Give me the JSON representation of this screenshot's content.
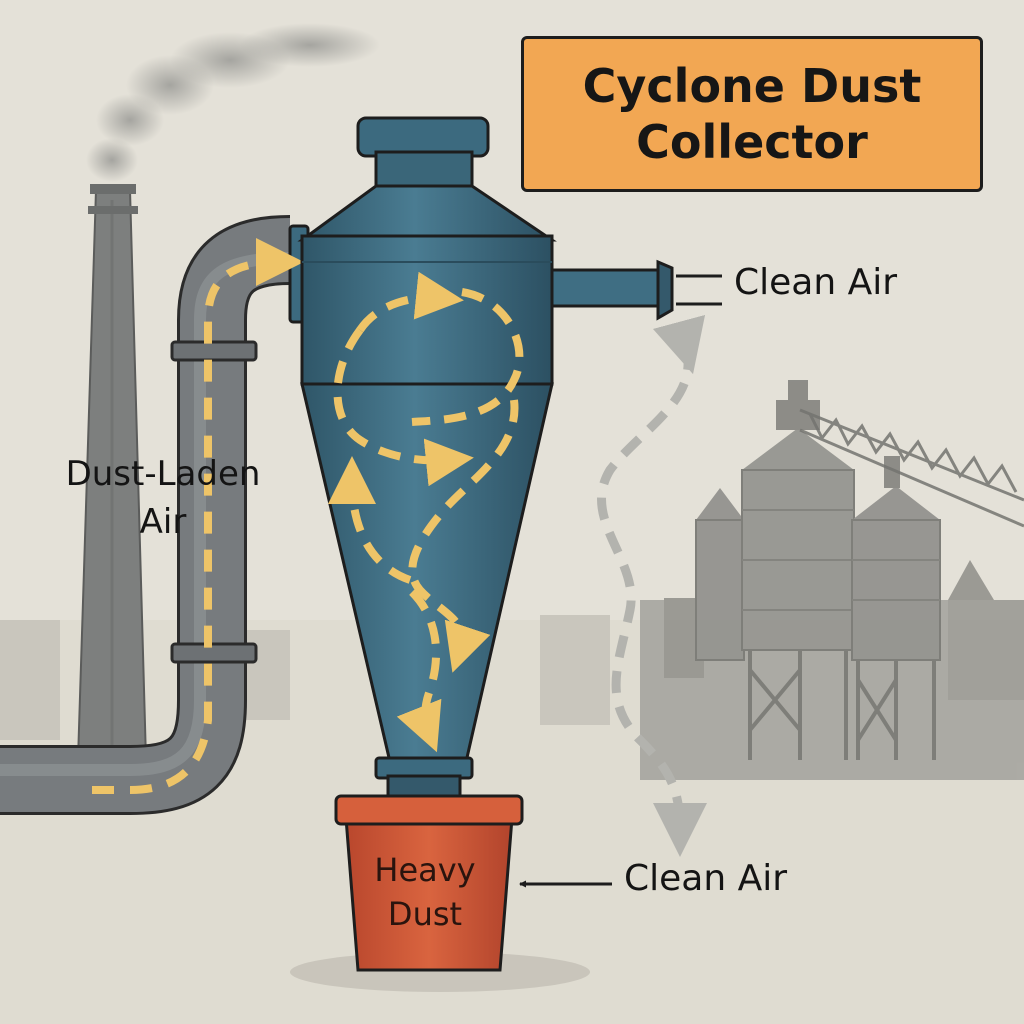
{
  "title": {
    "line1": "Cyclone Dust",
    "line2": "Collector"
  },
  "labels": {
    "clean_air_top": "Clean Air",
    "clean_air_bottom": "Clean Air",
    "dust_laden_line1": "Dust-Laden",
    "dust_laden_line2": "Air",
    "heavy_dust_line1": "Heavy",
    "heavy_dust_line2": "Dust"
  },
  "colors": {
    "background": "#e4e1d8",
    "title_box": "#f2a753",
    "cyclone_body": "#3d6b80",
    "pipe": "#6f7376",
    "flow_arrows": "#eec468",
    "dust_bin": "#cf5a3b",
    "outline": "#1d1d1d",
    "factory": "#8a8a86"
  },
  "icons": [
    "smokestack",
    "smoke-plume",
    "silo-factory",
    "conveyor-truss",
    "inlet-pipe",
    "cyclone-separator",
    "outlet-pipe",
    "dust-collection-bin",
    "swirl-flow-arrows",
    "pointer-arrow"
  ]
}
